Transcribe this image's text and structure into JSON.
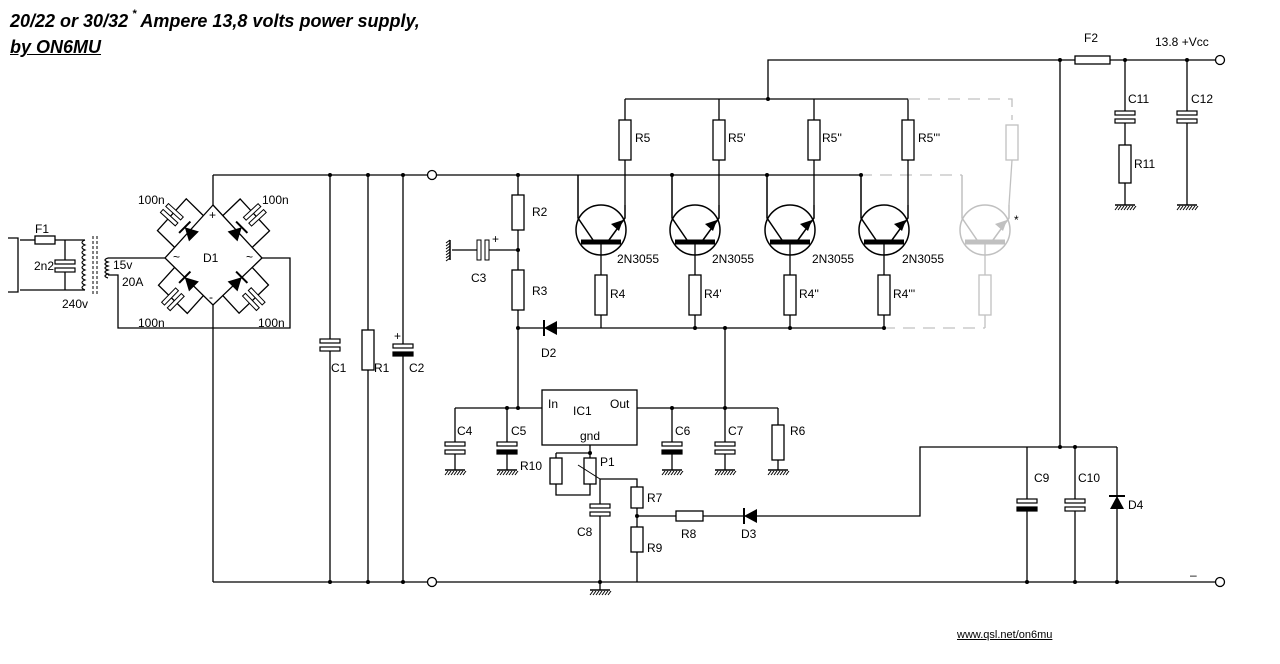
{
  "title": {
    "line1_a": "20/22 or 30/32",
    "line1_sup": "*",
    "line1_b": " Ampere 13,8 volts power supply,",
    "line2": "by ON6MU"
  },
  "labels": {
    "F1": "F1",
    "C_2n2": "2n2",
    "V240": "240v",
    "V15": "15v",
    "A20": "20A",
    "n100_a": "100n",
    "n100_b": "100n",
    "n100_c": "100n",
    "n100_d": "100n",
    "D1": "D1",
    "D1_plus": "+",
    "D1_minus": "-",
    "D1_ac1": "~",
    "D1_ac2": "~",
    "C1": "C1",
    "R1": "R1",
    "C2": "C2",
    "C2_plus": "+",
    "R2": "R2",
    "R3": "R3",
    "C3": "C3",
    "C3_plus": "+",
    "R5": "R5",
    "R5p": "R5'",
    "R5pp": "R5''",
    "R5ppp": "R5'''",
    "T1": "2N3055",
    "T2": "2N3055",
    "T3": "2N3055",
    "T4": "2N3055",
    "T_opt": "*",
    "R4": "R4",
    "R4p": "R4'",
    "R4pp": "R4''",
    "R4ppp": "R4'''",
    "D2": "D2",
    "IC1": "IC1",
    "IC_in": "In",
    "IC_out": "Out",
    "IC_gnd": "gnd",
    "C4": "C4",
    "C5": "C5",
    "C6": "C6",
    "C7": "C7",
    "R6": "R6",
    "R10": "R10",
    "P1": "P1",
    "R7": "R7",
    "C8": "C8",
    "R9": "R9",
    "R8": "R8",
    "D3": "D3",
    "F2": "F2",
    "Vcc": "13.8 +Vcc",
    "C11": "C11",
    "C12": "C12",
    "R11": "R11",
    "C9": "C9",
    "C10": "C10",
    "D4": "D4",
    "minus": "–"
  },
  "footer": {
    "url": "www.qsl.net/on6mu"
  },
  "colors": {
    "ink": "#000000",
    "optional": "#c0c0c0",
    "background": "#ffffff"
  }
}
